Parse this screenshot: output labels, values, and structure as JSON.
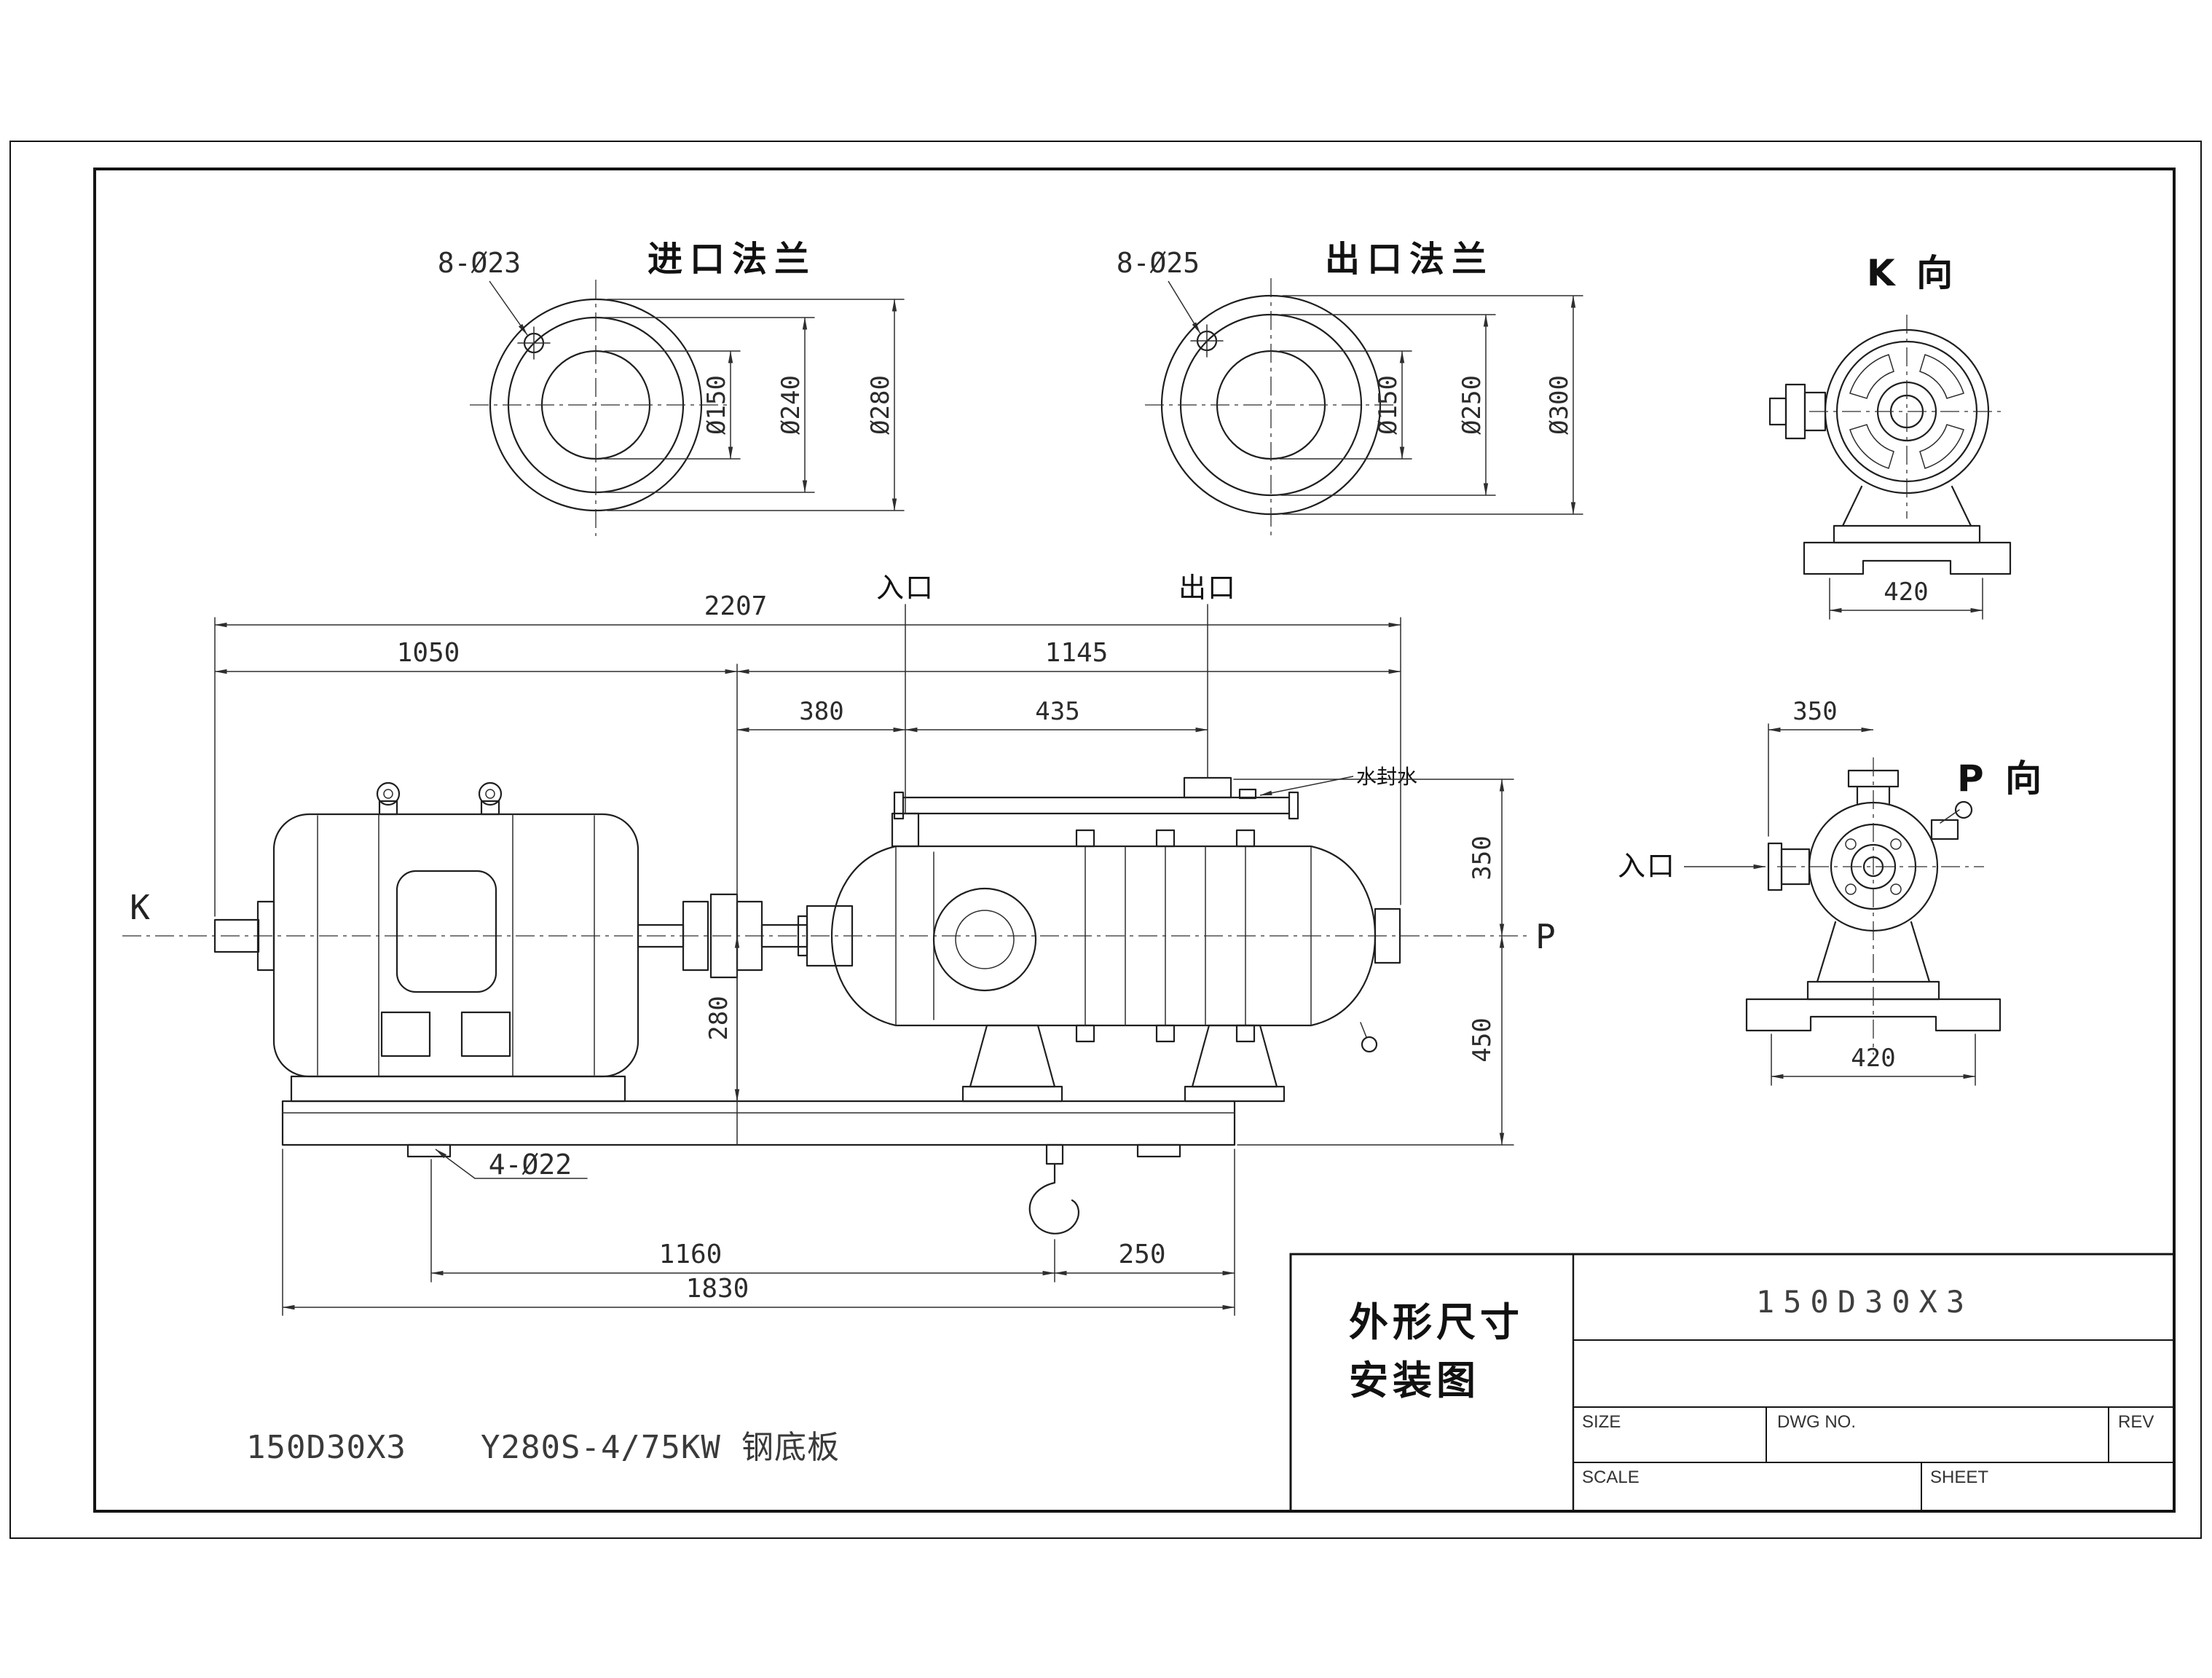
{
  "inlet_flange": {
    "title": "进口法兰",
    "bolt_note": "8-Ø23",
    "dim_bore": "Ø150",
    "dim_bolt_circle": "Ø240",
    "dim_outer": "Ø280"
  },
  "outlet_flange": {
    "title": "出口法兰",
    "bolt_note": "8-Ø25",
    "dim_bore": "Ø150",
    "dim_bolt_circle": "Ø250",
    "dim_outer": "Ø300"
  },
  "k_view": {
    "title": "K 向",
    "dim_base": "420"
  },
  "p_view": {
    "title": "P 向",
    "inlet_label": "入口",
    "dim_top": "350",
    "dim_base": "420"
  },
  "main_view": {
    "label_k": "K",
    "label_p": "P",
    "inlet_label": "入口",
    "outlet_label": "出口",
    "seal_water_label": "水封水",
    "dim_overall_length": "2207",
    "dim_motor_section": "1050",
    "dim_pump_section": "1145",
    "dim_coupling_to_inlet": "380",
    "dim_inlet_to_outlet": "435",
    "dim_center_to_base": "280",
    "dim_center_to_outlet": "350",
    "dim_center_to_bottom": "450",
    "anchor_note": "4-Ø22",
    "dim_anchor_to_hook": "1160",
    "dim_hook_to_end": "250",
    "dim_base_length": "1830"
  },
  "footer": {
    "model": "150D30X3",
    "motor": "Y280S-4/75KW",
    "baseplate": "钢底板"
  },
  "title_block": {
    "title_line1": "外形尺寸",
    "title_line2": "安装图",
    "drawing_number": "150D30X3",
    "size_label": "SIZE",
    "dwg_no_label": "DWG NO.",
    "rev_label": "REV",
    "scale_label": "SCALE",
    "sheet_label": "SHEET"
  }
}
